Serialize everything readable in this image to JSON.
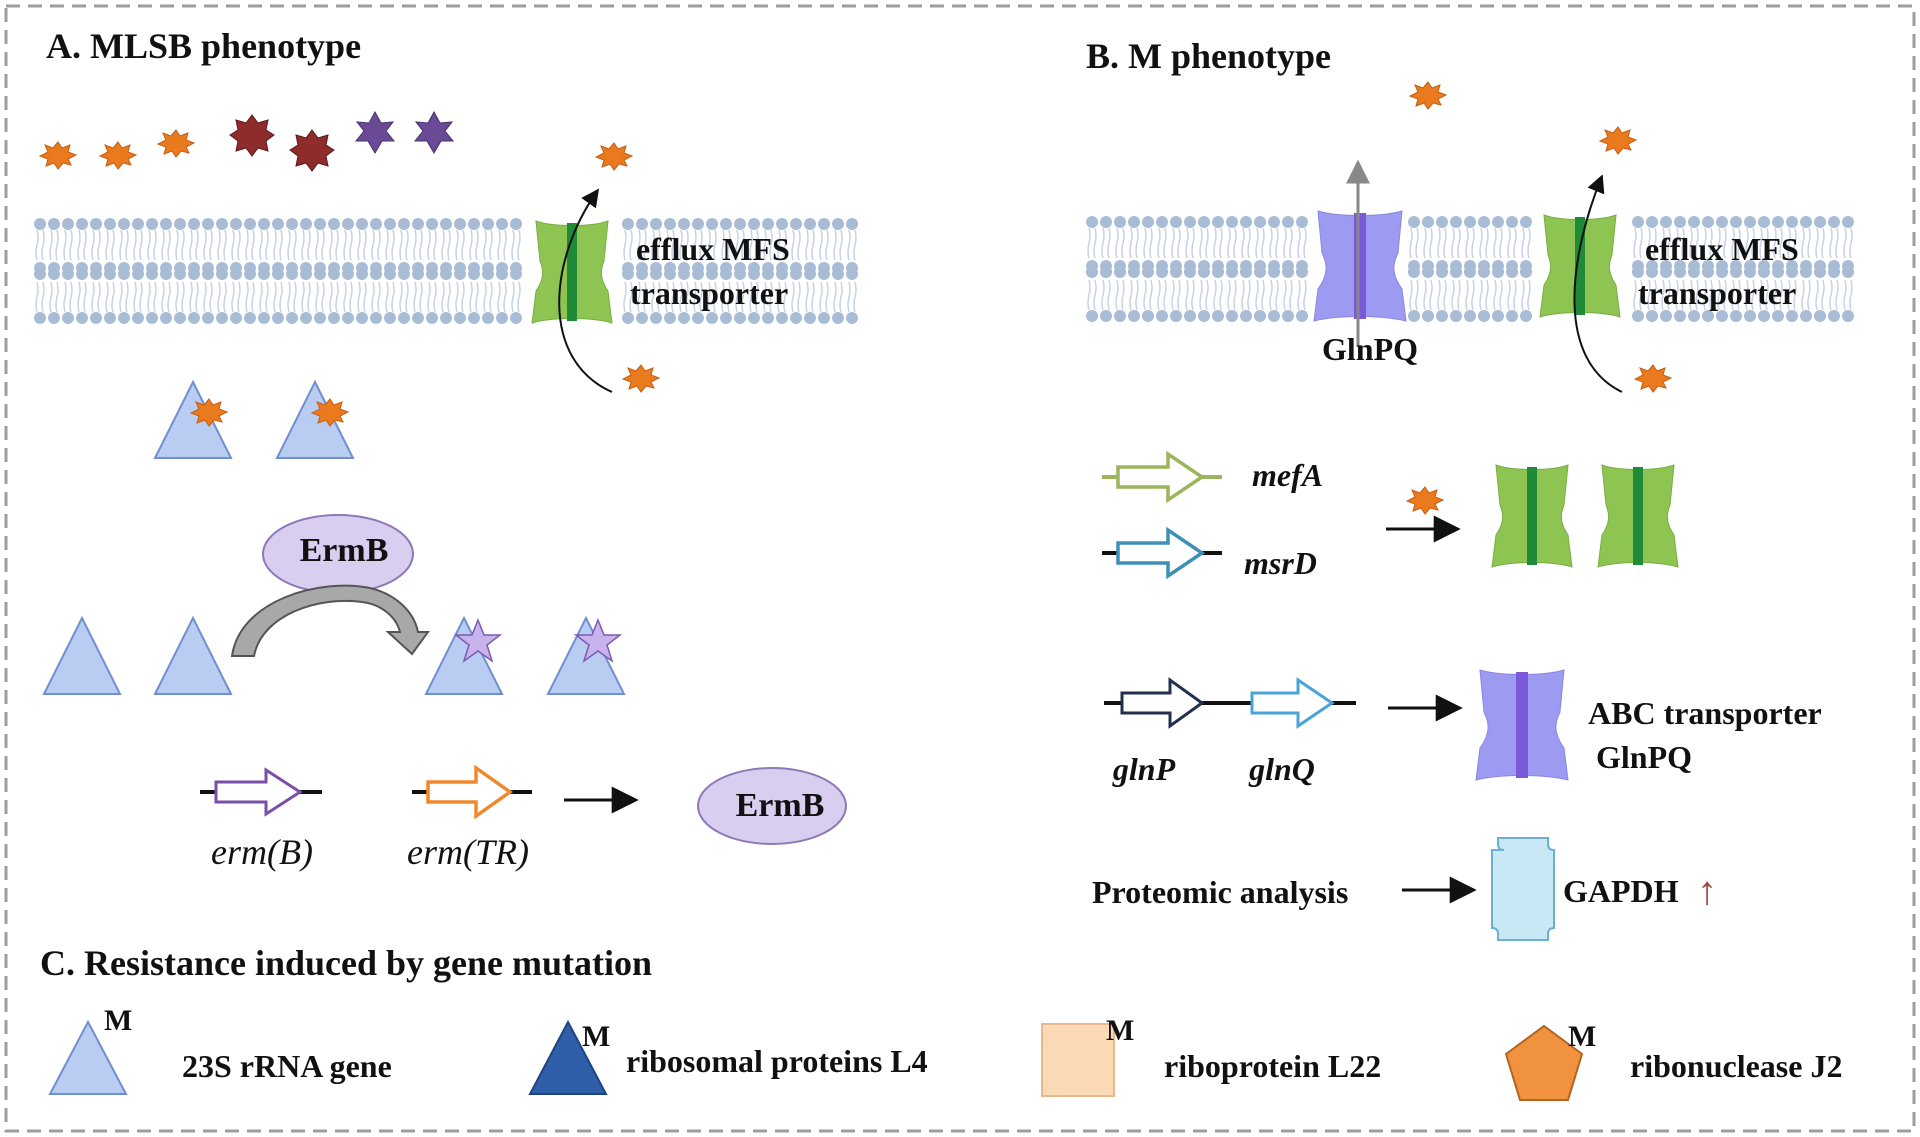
{
  "panel_a": {
    "heading": "A. MLSB phenotype",
    "transporter_label_line1": "efflux MFS",
    "transporter_label_line2": "transporter",
    "enzyme_label": "ErmB",
    "product_label": "ErmB",
    "genes": [
      {
        "name": "erm(B)",
        "color": "#7a4fa8"
      },
      {
        "name": "erm(TR)",
        "color": "#f0892e"
      }
    ]
  },
  "panel_b": {
    "heading": "B. M phenotype",
    "pump_label": "GlnPQ",
    "transporter_label_line1": "efflux MFS",
    "transporter_label_line2": "transporter",
    "genes": [
      {
        "name": "mefA",
        "color": "#9bb55a"
      },
      {
        "name": "msrD",
        "color": "#3d8fb5"
      },
      {
        "name": "glnP",
        "color": "#22304f"
      },
      {
        "name": "glnQ",
        "color": "#4aa3d8"
      }
    ],
    "abc_label_line1": "ABC  transporter",
    "abc_label_line2": "GlnPQ",
    "proteomic_label": "Proteomic analysis",
    "gapdh_label": "GAPDH",
    "up_arrow": "↑"
  },
  "panel_c": {
    "heading": "C. Resistance induced by gene mutation",
    "items": [
      {
        "marker": "M",
        "label": "23S rRNA gene",
        "shape": "triangle-light"
      },
      {
        "marker": "M",
        "label": "ribosomal proteins L4",
        "shape": "triangle-dark"
      },
      {
        "marker": "M",
        "label": "riboprotein L22",
        "shape": "square"
      },
      {
        "marker": "M",
        "label": "ribonuclease J2",
        "shape": "pentagon"
      }
    ]
  },
  "colors": {
    "border": "#9e9e9e",
    "membrane": "#a9bcd6",
    "membrane_tail": "#c7d3e4",
    "drug": "#ea7a1e",
    "drug2": "#8e2b2b",
    "drug3": "#6a4a96",
    "triangle_light": "#b9cdf2",
    "triangle_light_edge": "#6f8fcf",
    "triangle_dark": "#2f5fa8",
    "pump_green": "#8dc452",
    "pump_green_dark": "#1f8a37",
    "pump_purple": "#9d9af2",
    "pump_purple_dark": "#7b59d8",
    "ermb_fill": "#d9cdf0",
    "star": "#c9b3ec",
    "square": "#fbd9b5",
    "pentagon": "#f0923e",
    "up_arrow": "#a3453f",
    "gapdh": "#c9e8f6"
  }
}
